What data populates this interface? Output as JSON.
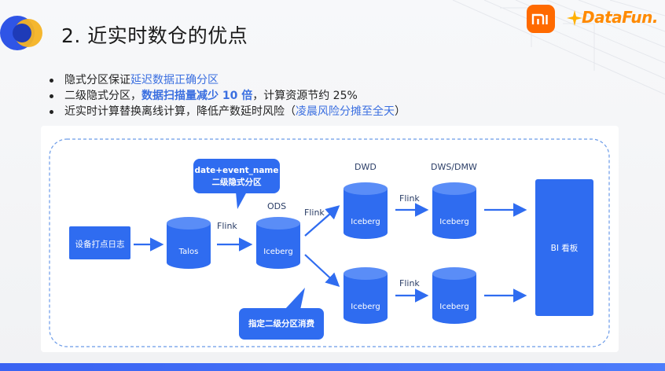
{
  "slide": {
    "title": "2. 近实时数仓的优点",
    "bullets": [
      {
        "parts": [
          {
            "text": "隐式分区保证",
            "style": "plain"
          },
          {
            "text": "延迟数据正确分区",
            "style": "hl"
          }
        ]
      },
      {
        "parts": [
          {
            "text": "二级隐式分区，",
            "style": "plain"
          },
          {
            "text": "数据扫描量减少 10 倍",
            "style": "hl-bold"
          },
          {
            "text": "，计算资源节约 25%",
            "style": "plain"
          }
        ]
      },
      {
        "parts": [
          {
            "text": "近实时计算替换离线计算，降低产数延时风险（",
            "style": "plain"
          },
          {
            "text": "凌晨风险分摊至全天",
            "style": "hl"
          },
          {
            "text": "）",
            "style": "plain"
          }
        ]
      }
    ]
  },
  "logos": {
    "mi_text": "mi",
    "datafun_text": "DataFun."
  },
  "diagram": {
    "source_box": "设备打点日志",
    "talos": "Talos",
    "ods_title": "ODS",
    "ods_node": "Iceberg",
    "dwd_title": "DWD",
    "dwd_node": "Iceberg",
    "dws_title": "DWS/DMW",
    "dws_node": "Iceberg",
    "lower_mid_node": "Iceberg",
    "lower_right_node": "Iceberg",
    "bi_box": "BI 看板",
    "flink_labels": [
      "Flink",
      "Flink",
      "Flink",
      "Flink"
    ],
    "callout_top": [
      "date+event_name",
      "二级隐式分区"
    ],
    "callout_bottom": "指定二级分区消费",
    "colors": {
      "blue": "#2f6cf0",
      "node_top": "#5a8df7",
      "border_dash": "#6a9ae8"
    }
  }
}
